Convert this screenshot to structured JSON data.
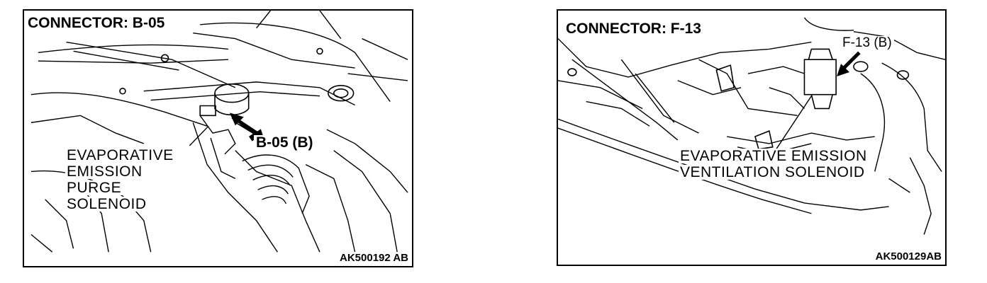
{
  "panels": [
    {
      "title": "CONNECTOR: B-05",
      "connector_tag": "B-05 (B)",
      "callout_lines": [
        "EVAPORATIVE",
        "EMISSION",
        "PURGE",
        "SOLENOID"
      ],
      "image_code": "AK500192 AB"
    },
    {
      "title": "CONNECTOR: F-13",
      "connector_tag": "F-13 (B)",
      "callout_lines": [
        "EVAPORATIVE EMISSION",
        "VENTILATION SOLENOID"
      ],
      "image_code": "AK500129AB"
    }
  ]
}
